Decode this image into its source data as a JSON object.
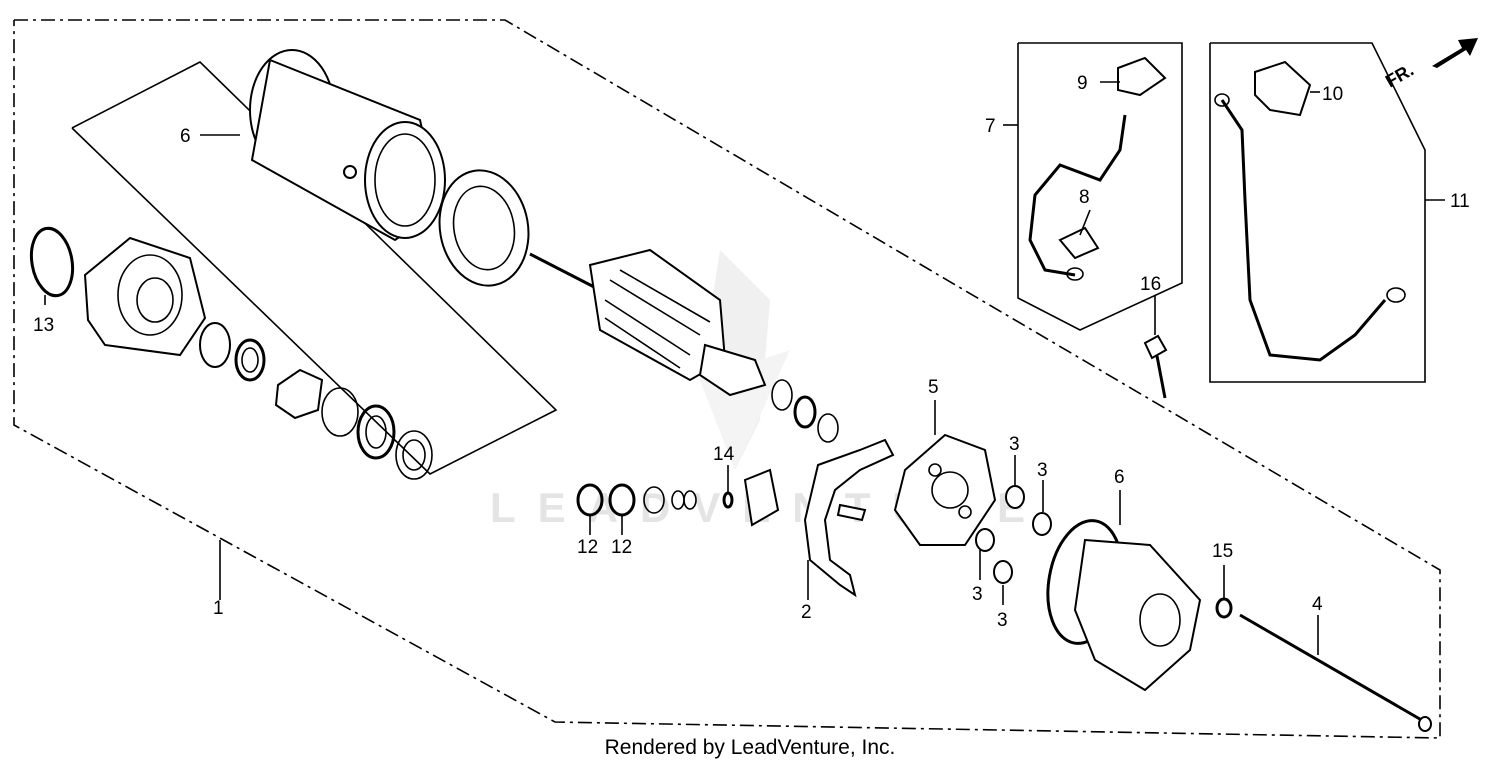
{
  "watermark": "LEADVENTURE",
  "footer": "Rendered by LeadVenture, Inc.",
  "direction_label": "FR.",
  "callouts": {
    "c1": "1",
    "c2": "2",
    "c3a": "3",
    "c3b": "3",
    "c3c": "3",
    "c3d": "3",
    "c4": "4",
    "c5": "5",
    "c6a": "6",
    "c6b": "6",
    "c7": "7",
    "c8": "8",
    "c9": "9",
    "c10": "10",
    "c11": "11",
    "c12a": "12",
    "c12b": "12",
    "c13": "13",
    "c14": "14",
    "c15": "15",
    "c16": "16"
  }
}
